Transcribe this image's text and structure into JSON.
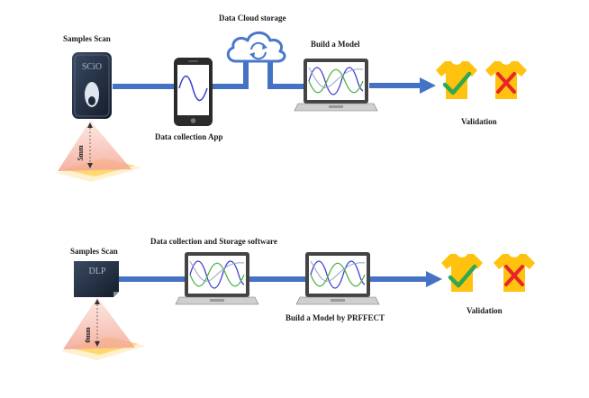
{
  "colors": {
    "arrow": "#4472c4",
    "cloud": "#4a78c8",
    "device": "#1e2a3c",
    "beam": "#f4b6a6",
    "shirt": "#ffc20e",
    "check": "#2fa84f",
    "cross": "#e8242a",
    "wave1": "#3b3bd1",
    "wave2": "#55b04a"
  },
  "top_row": {
    "samples_scan": "Samples Scan",
    "device_text": "SCiO",
    "distance": "5mm",
    "cloud": "Data Cloud storage",
    "app": "Data collection App",
    "model": "Build a Model",
    "validation": "Validation",
    "icons": [
      "scanner-icon",
      "phone-icon",
      "cloud-sync-icon",
      "laptop-icon",
      "tshirt-check-icon",
      "tshirt-cross-icon"
    ]
  },
  "bottom_row": {
    "samples_scan": "Samples Scan",
    "device_text": "DLP",
    "distance": "0mm",
    "software": "Data collection and Storage software",
    "model": "Build a Model by PRFFECT",
    "validation": "Validation",
    "icons": [
      "scanner-icon",
      "laptop-icon",
      "laptop-icon",
      "tshirt-check-icon",
      "tshirt-cross-icon"
    ]
  }
}
